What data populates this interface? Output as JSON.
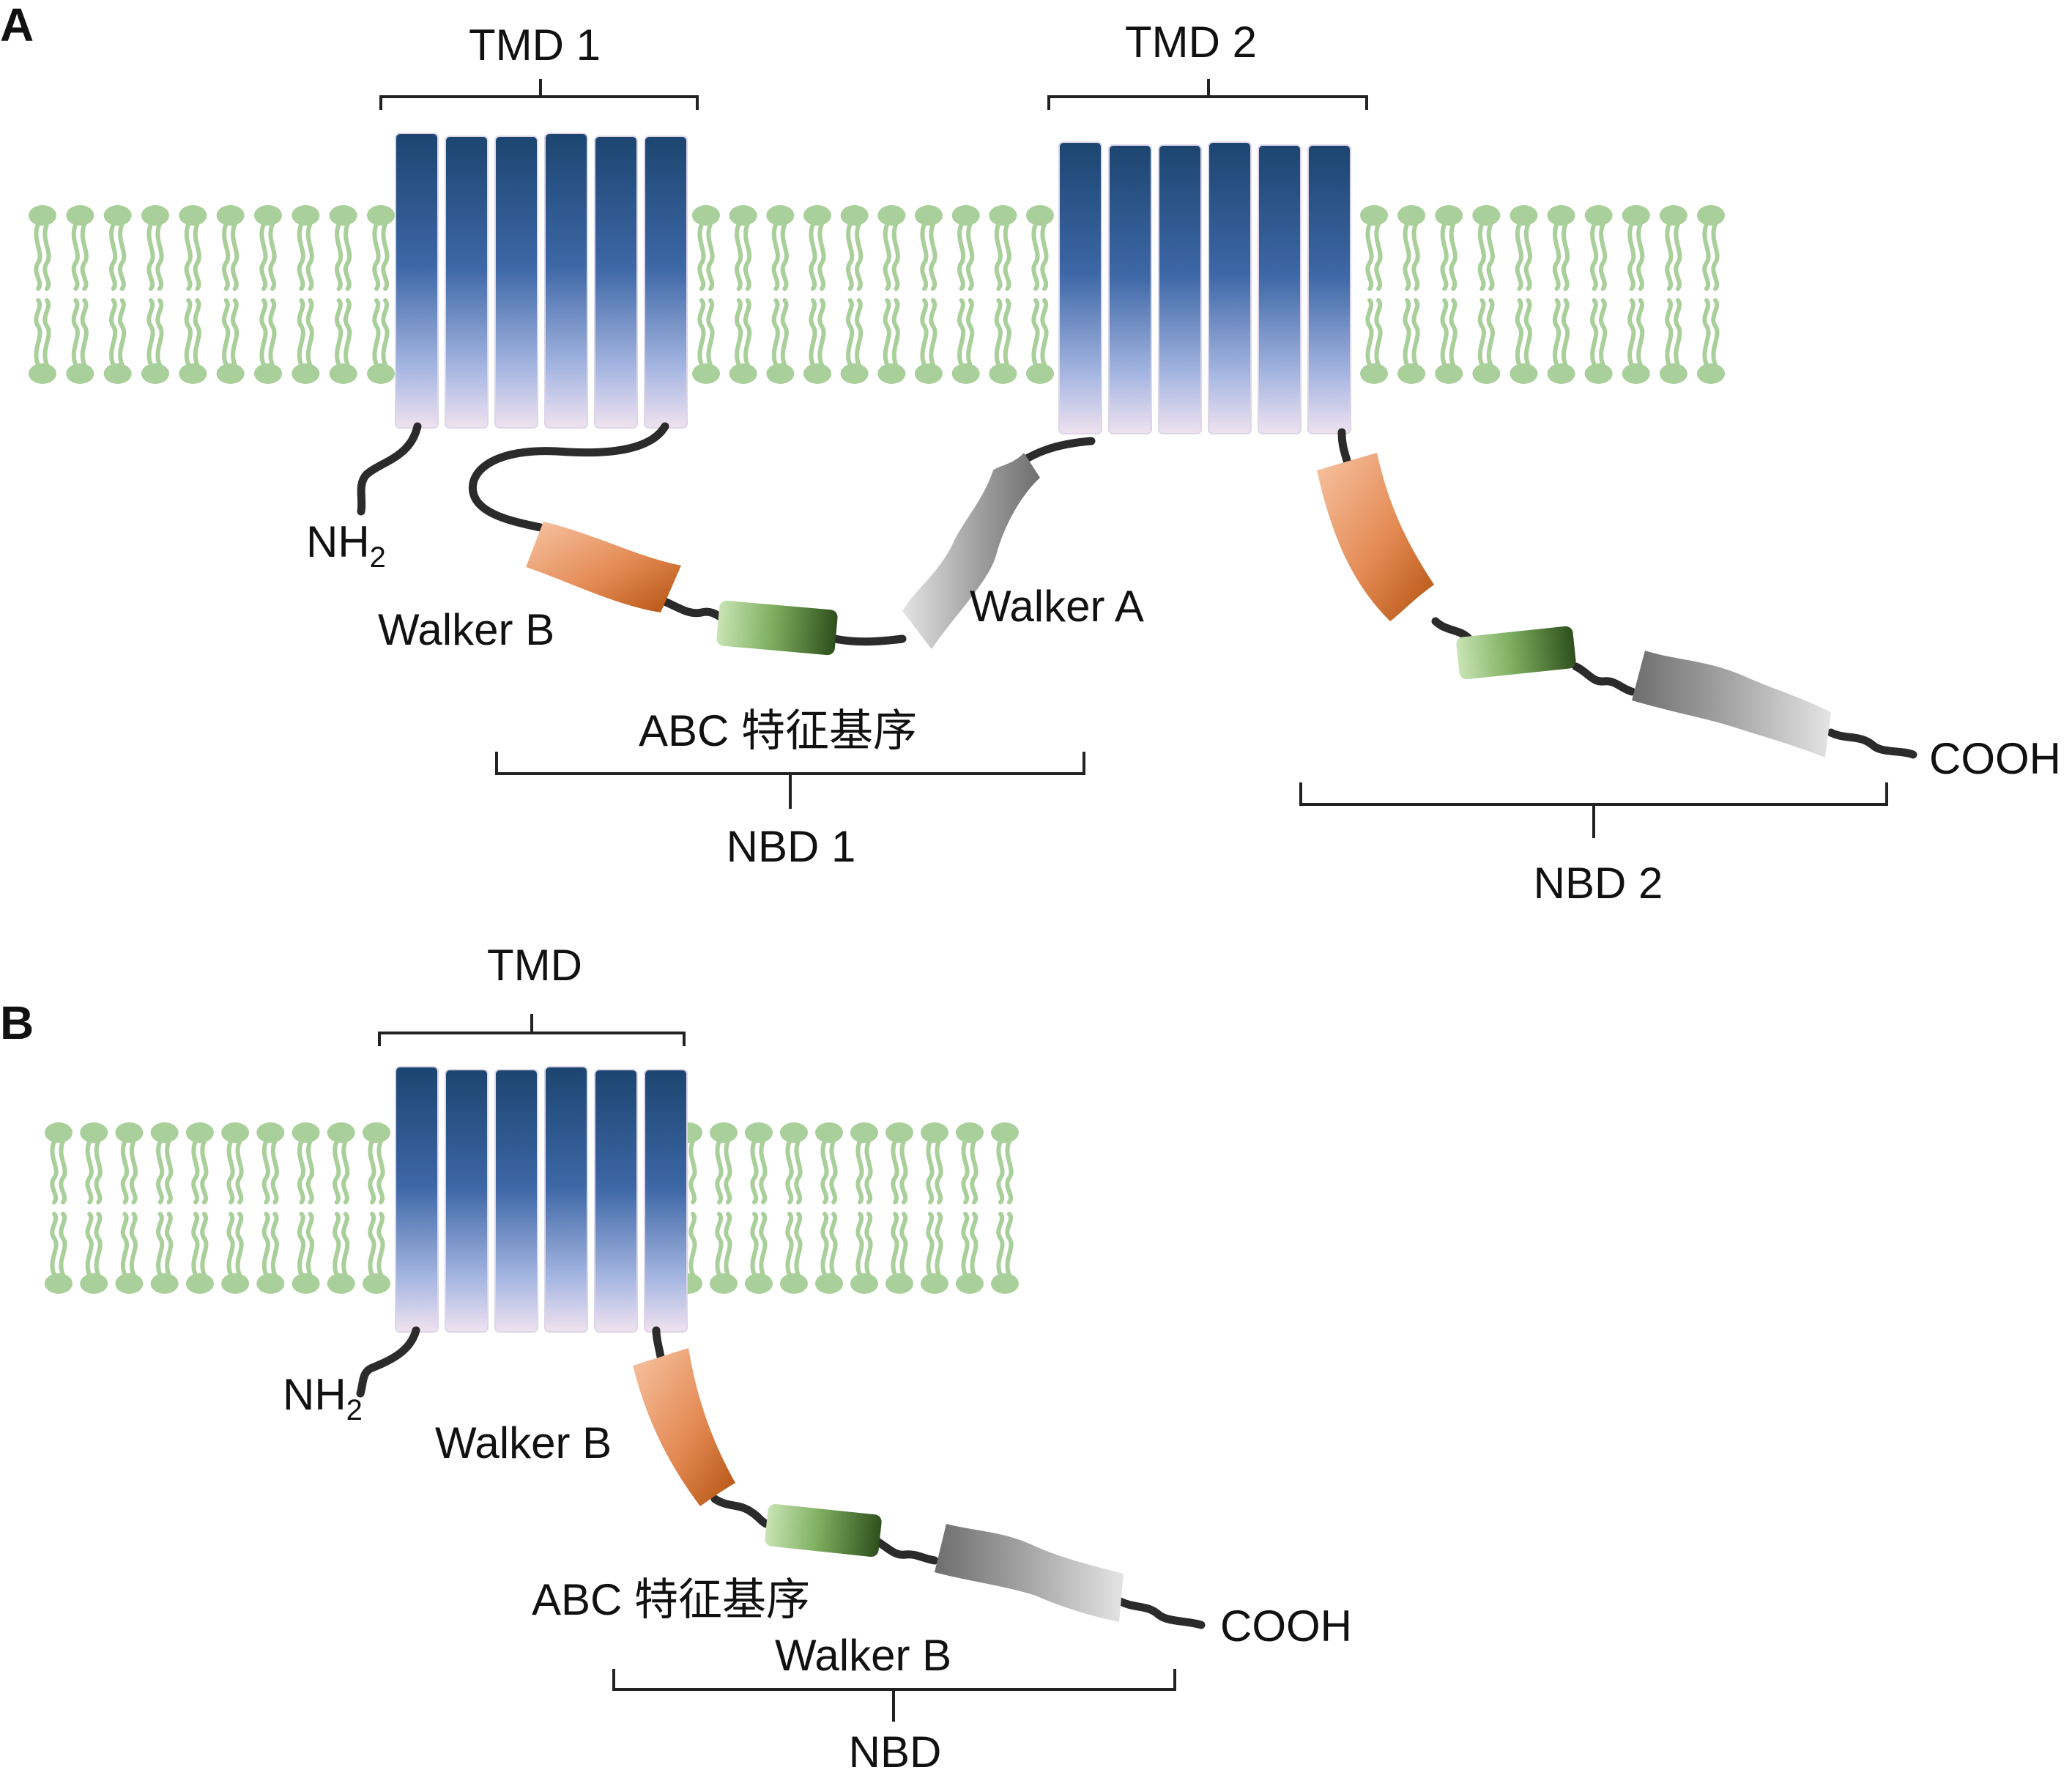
{
  "panels": {
    "a": {
      "label": "A"
    },
    "b": {
      "label": "B"
    }
  },
  "a": {
    "tmd1": "TMD 1",
    "tmd2": "TMD 2",
    "nh2_main": "NH",
    "nh2_sub": "2",
    "walker_b": "Walker B",
    "walker_a": "Walker A",
    "abc_signature": "ABC 特征基序",
    "nbd1": "NBD 1",
    "nbd2": "NBD 2",
    "cooh": "COOH"
  },
  "b": {
    "tmd": "TMD",
    "nh2_main": "NH",
    "nh2_sub": "2",
    "walker_b_top": "Walker B",
    "abc_signature": "ABC 特征基序",
    "walker_b_bottom": "Walker B",
    "nbd": "NBD",
    "cooh": "COOH"
  },
  "colors": {
    "membrane": "#a9cf9a",
    "helix_top": "#1e4a78",
    "helix_bottom": "#e9dbee",
    "walker_b_orange": "#c8601f",
    "signature_green": "#375e25",
    "walker_a_gray": "#8a8a8a",
    "linker": "#2b2b2b"
  }
}
